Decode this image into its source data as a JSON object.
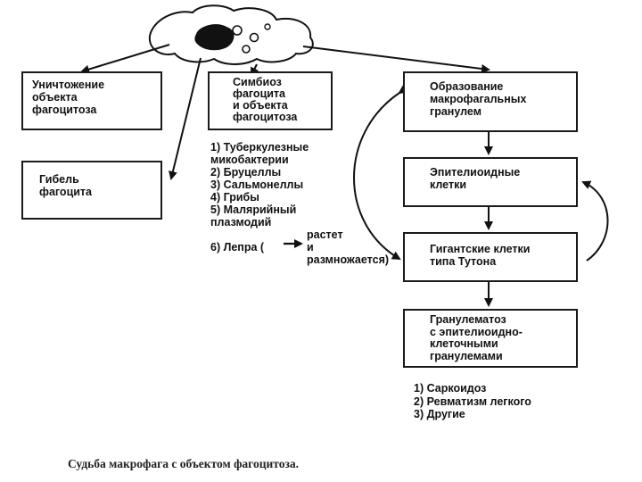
{
  "boxes": {
    "destroy_object": "Уничтожение\nобъекта\nфагоцитоза",
    "phagocyte_death": "Гибель\nфагоцита",
    "symbiosis": "Симбиоз\nфагоцита\nи объекта\nфагоцитоза",
    "granuloma_formation": "Образование\nмакрофагальных\nгранулем",
    "epithelioid_cells": "Эпителиоидные\nклетки",
    "giant_cells": "Гигантские клетки\nтипа Тутона",
    "granulomatosis": "Гранулематоз\nс эпителиоидно-\nклеточными\nгранулемами"
  },
  "symbiosis_list": [
    "1) Туберкулезные\nмикобактерии",
    "2) Бруцеллы",
    "3) Сальмонеллы",
    "4) Грибы",
    "5) Малярийный\nплазмодий",
    "6) Лепра (",
    "растет\nи размножается)"
  ],
  "granulomatosis_list": [
    "1) Саркоидоз",
    "2) Ревматизм легкого",
    "3) Другие"
  ],
  "caption": "Судьба макрофага с объектом фагоцитоза.",
  "icons": {
    "macrophage": "macrophage-icon"
  }
}
